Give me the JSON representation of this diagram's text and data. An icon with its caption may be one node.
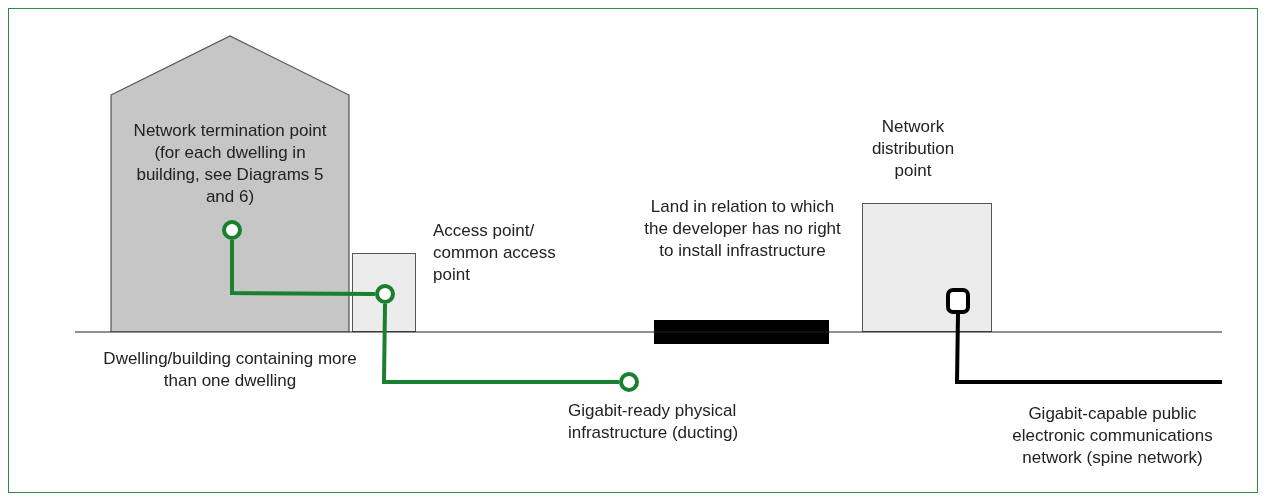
{
  "diagram": {
    "nodes": [
      {
        "text": [
          "Network termination point (for each dwelling in building, see Diagrams 5 and 6)"
        ],
        "beside": [
          "Dwelling/building containing more than one dwelling"
        ]
      },
      {
        "text": [],
        "shape": "circle",
        "in": 0
      },
      {
        "text": [
          "Access point/ common access point"
        ]
      },
      {
        "text": [],
        "shape": "circle",
        "in": 2
      },
      {
        "text": [],
        "shape": "circle",
        "beside": [
          "Gigabit-ready physical infrastructure (ducting)"
        ]
      },
      {
        "text": [],
        "shape": "bar",
        "beside": [
          "Land in relation to which the developer has no right to install infrastructure"
        ]
      },
      {
        "text": [
          "Network distribution point"
        ]
      },
      {
        "text": [],
        "shape": "box",
        "in": 6
      }
    ],
    "edges": [
      {
        "from": 1,
        "to": 3,
        "arrow": "none"
      },
      {
        "from": 3,
        "to": 4,
        "arrow": "none"
      },
      {
        "from": 7,
        "to": null,
        "arrow": "none",
        "color": "#000000"
      }
    ],
    "labels": [
      "Gigabit-capable public electronic communications network (spine network)"
    ]
  }
}
